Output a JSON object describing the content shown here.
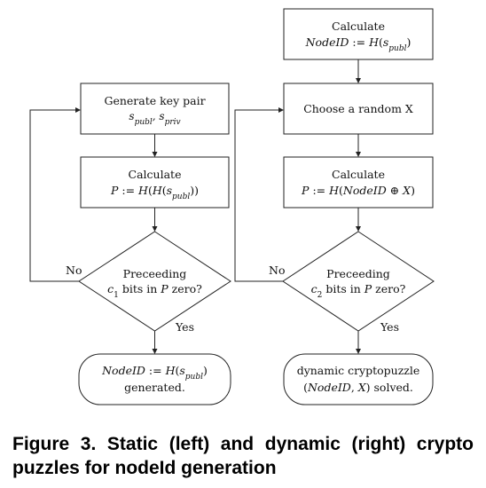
{
  "left": {
    "generate": {
      "line1": "Generate key pair",
      "line2": "spubl, spriv"
    },
    "calc": {
      "title": "Calculate",
      "formula": "P := H(H(spubl))"
    },
    "decision": {
      "line1": "Preceeding",
      "line2": "c1 bits in P zero?"
    },
    "no_label": "No",
    "yes_label": "Yes",
    "end": {
      "line1": "NodeID := H(spubl)",
      "line2": "generated."
    }
  },
  "right": {
    "top_calc": {
      "title": "Calculate",
      "formula": "NodeID := H(spubl)"
    },
    "choose": {
      "line1": "Choose a random X"
    },
    "calc": {
      "title": "Calculate",
      "formula": "P := H(NodeID ⊕ X)"
    },
    "decision": {
      "line1": "Preceeding",
      "line2": "c2 bits in P zero?"
    },
    "no_label": "No",
    "yes_label": "Yes",
    "end": {
      "line1": "dynamic cryptopuzzle",
      "line2": "(NodeID, X) solved."
    }
  },
  "caption": "Figure 3. Static (left) and dynamic (right) crypto puzzles for nodeId generation"
}
